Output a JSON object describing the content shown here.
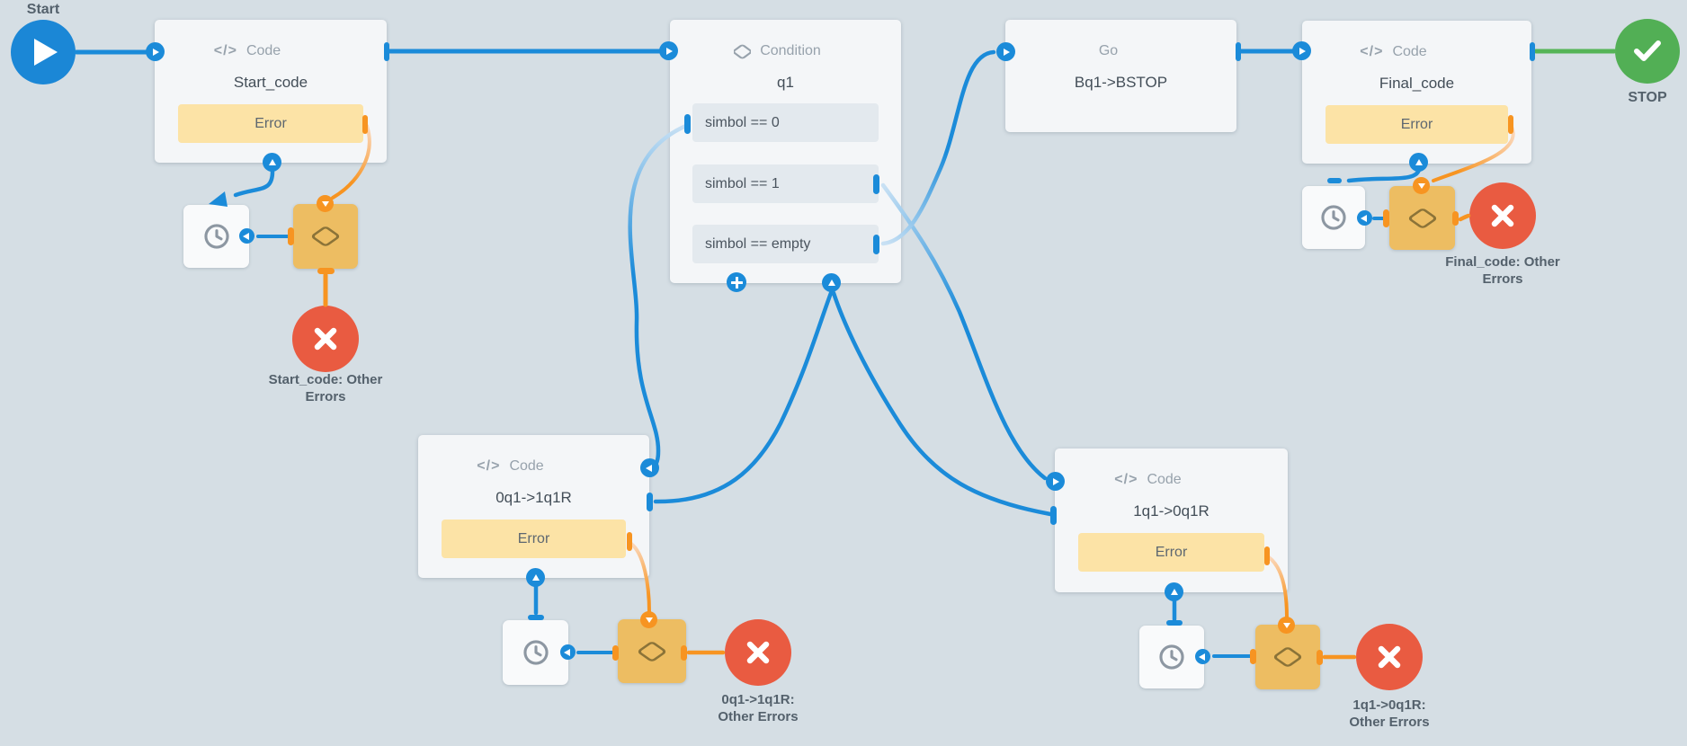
{
  "canvas": {
    "background": "#d5dee4"
  },
  "colors": {
    "wire_blue": "#1b8bd9",
    "wire_blue_pale": "#c9e1f4",
    "wire_orange": "#f79421",
    "wire_orange_pale": "#fbd8bc",
    "wire_green": "#55b457",
    "node_card": "#f4f6f8",
    "error_button": "#fce3a6",
    "filter_node": "#edbd62",
    "error_circle": "#e95b41",
    "start_circle": "#1b87d6",
    "stop_circle": "#52af55"
  },
  "icons": {
    "code": "</>"
  },
  "nodes": {
    "start": {
      "label": "Start"
    },
    "start_code": {
      "type": "Code",
      "title": "Start_code",
      "error": "Error"
    },
    "condition_q1": {
      "type": "Condition",
      "title": "q1",
      "branches": [
        "simbol == 0",
        "simbol == 1",
        "simbol == empty"
      ]
    },
    "go": {
      "type": "Go",
      "title": "Bq1->BSTOP"
    },
    "final_code": {
      "type": "Code",
      "title": "Final_code",
      "error": "Error"
    },
    "code_0q1": {
      "type": "Code",
      "title": "0q1->1q1R",
      "error": "Error"
    },
    "code_1q1": {
      "type": "Code",
      "title": "1q1->0q1R",
      "error": "Error"
    },
    "stop": {
      "label": "STOP"
    }
  },
  "error_badges": {
    "start_code": {
      "line1": "Start_code: Other",
      "line2": "Errors"
    },
    "code_0q1": {
      "line1": "0q1->1q1R:",
      "line2": "Other Errors"
    },
    "code_1q1": {
      "line1": "1q1->0q1R:",
      "line2": "Other Errors"
    },
    "final_code": {
      "line1": "Final_code: Other",
      "line2": "Errors"
    }
  }
}
